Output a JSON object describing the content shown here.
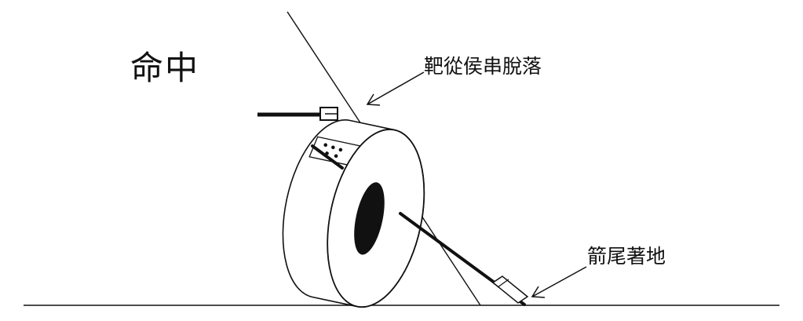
{
  "title": "命中",
  "labels": {
    "target_falling": "靶從侯串脫落",
    "arrow_tail_ground": "箭尾著地"
  },
  "colors": {
    "ink": "#111111",
    "background": "#ffffff"
  }
}
